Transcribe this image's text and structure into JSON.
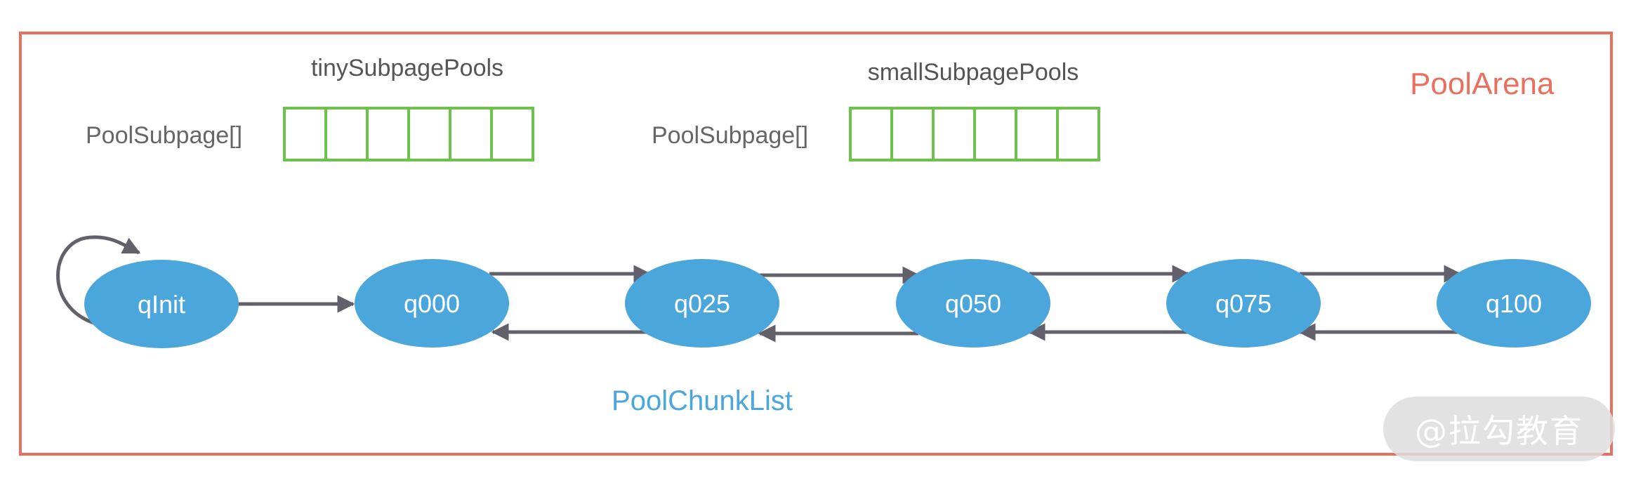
{
  "arena": {
    "title": "PoolArena",
    "border_color": "#e8705f"
  },
  "tiny_pools": {
    "title": "tinySubpagePools",
    "array_label": "PoolSubpage[]",
    "slot_count": 6
  },
  "small_pools": {
    "title": "smallSubpagePools",
    "array_label": "PoolSubpage[]",
    "slot_count": 6
  },
  "chunk_list": {
    "label": "PoolChunkList",
    "nodes": [
      "qInit",
      "q000",
      "q025",
      "q050",
      "q075",
      "q100"
    ]
  },
  "colors": {
    "node_fill": "#4aa6db",
    "node_text": "#ffffff",
    "arrow": "#62606a",
    "slot_border": "#6cc24a",
    "array_label": "#666666",
    "chunk_label": "#4aa6db",
    "title_red": "#e8705f"
  },
  "watermark": "@拉勾教育"
}
